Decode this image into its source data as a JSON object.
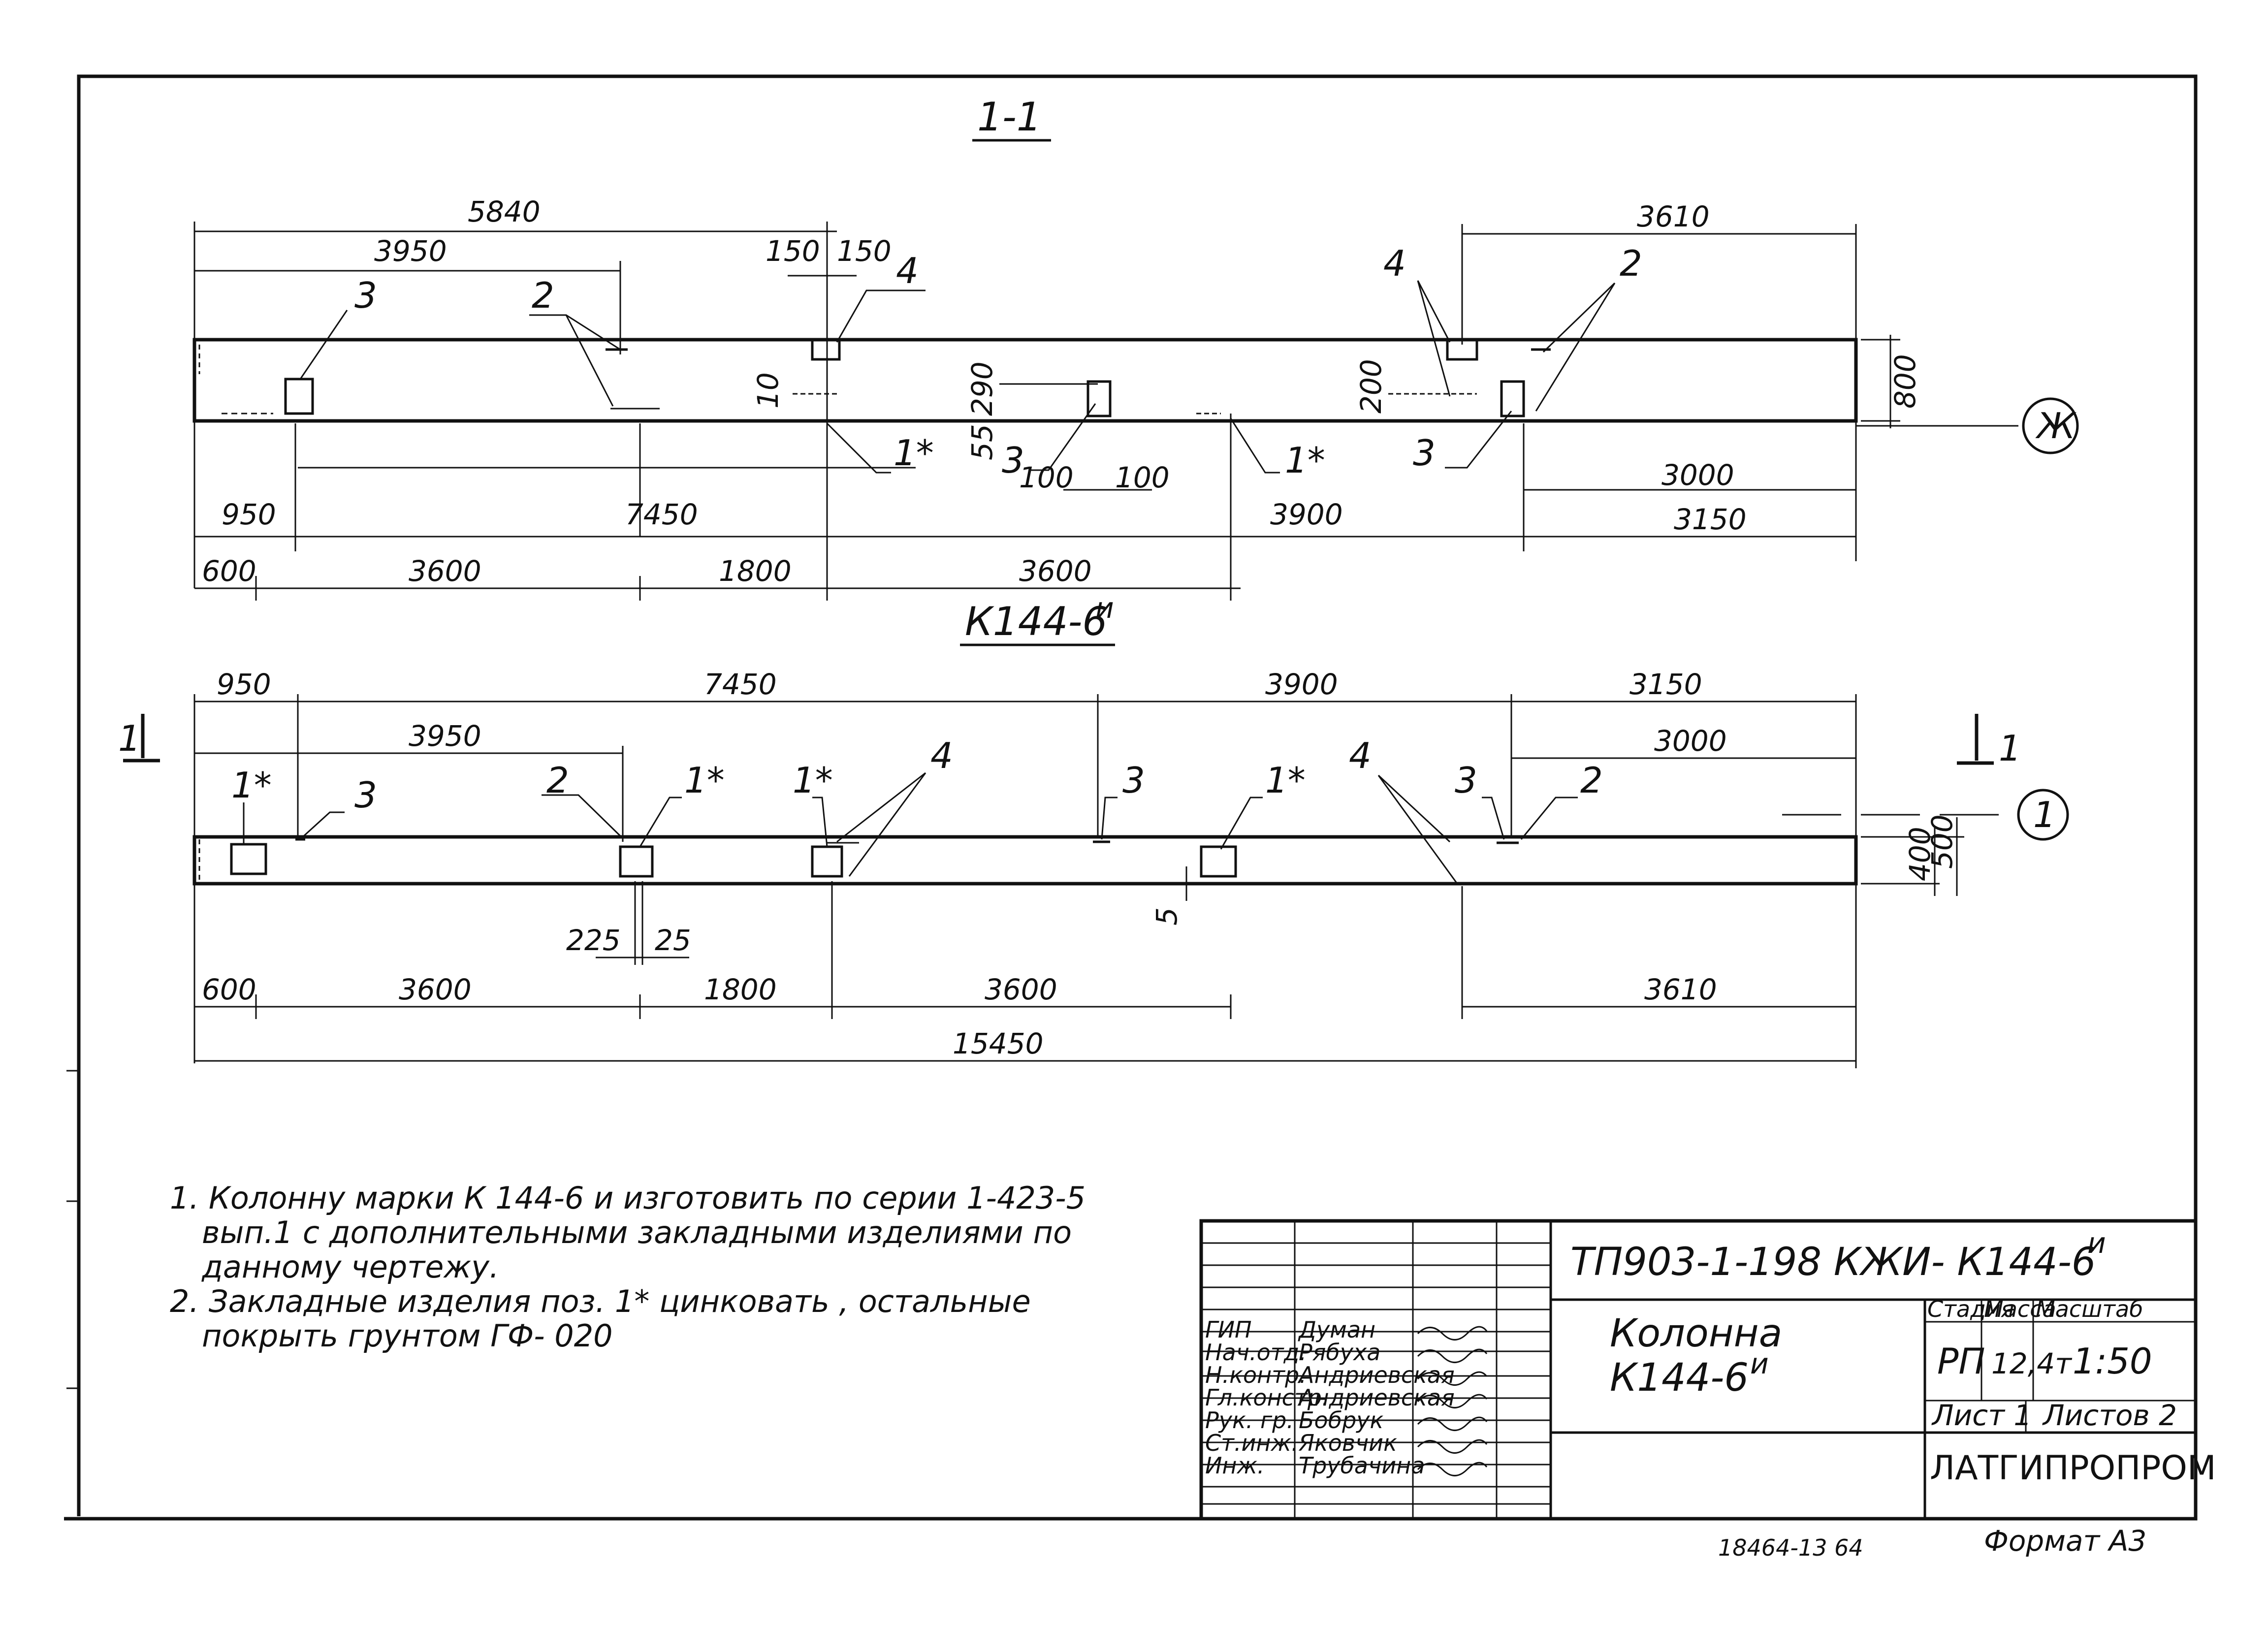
{
  "section_label": "1-1",
  "elevation_label": "К144-6",
  "elevation_label_sup": "и",
  "section_cut_label": "1",
  "axis_zh": "Ж",
  "axis_1": "1",
  "top_view": {
    "dim_overall": "5840",
    "dim_3950": "3950",
    "dim_3610": "3610",
    "dim_150a": "150",
    "dim_150b": "150",
    "dim_10": "10",
    "dim_290": "290",
    "dim_55": "55",
    "dim_100a": "100",
    "dim_100b": "100",
    "dim_200": "200",
    "dim_800": "800",
    "dim_950": "950",
    "dim_7450": "7450",
    "dim_3900": "3900",
    "dim_3000": "3000",
    "dim_3150": "3150",
    "dim_600": "600",
    "dim_3600a": "3600",
    "dim_1800": "1800",
    "dim_3600b": "3600",
    "pos_3a": "3",
    "pos_2a": "2",
    "pos_4a": "4",
    "pos_1a": "1*",
    "pos_3b": "3",
    "pos_1b": "1*",
    "pos_4b": "4",
    "pos_2b": "2",
    "pos_3c": "3"
  },
  "bottom_view": {
    "dim_950": "950",
    "dim_7450": "7450",
    "dim_3900": "3900",
    "dim_3150": "3150",
    "dim_3950": "3950",
    "dim_3000": "3000",
    "dim_500": "500",
    "dim_400": "400",
    "dim_5": "5",
    "dim_225": "225",
    "dim_25": "25",
    "dim_600": "600",
    "dim_3600a": "3600",
    "dim_1800": "1800",
    "dim_3600b": "3600",
    "dim_3610": "3610",
    "dim_total": "15450",
    "pos_1a": "1*",
    "pos_3a": "3",
    "pos_2a": "2",
    "pos_1b": "1*",
    "pos_1c": "1*",
    "pos_4a": "4",
    "pos_3b": "3",
    "pos_1d": "1*",
    "pos_4b": "4",
    "pos_3c": "3",
    "pos_2b": "2"
  },
  "notes": [
    "1. Колонну марки  К 144-6 и изготовить по серии 1-423-5",
    "вып.1 с дополнительными закладными изделиями по",
    "данному чертежу.",
    "2. Закладные изделия поз. 1* цинковать , остальные",
    "покрыть грунтом ГФ- 020"
  ],
  "title_block": {
    "doc_code": "ТП903-1-198  КЖИ- К144-6",
    "doc_code_sup": "и",
    "name_line1": "Колонна",
    "name_line2": "К144-6",
    "name_sup": "и",
    "stage_header": "Стадия",
    "mass_header": "Масса",
    "scale_header": "Масштаб",
    "stage": "РП",
    "mass": "12,4т",
    "scale": "1:50",
    "sheet": "Лист 1",
    "sheets": "Листов 2",
    "organization": "ЛАТГИПРОПРОМ",
    "roles": [
      {
        "role": "ГИП",
        "name": "Думан"
      },
      {
        "role": "Нач.отд.",
        "name": "Рябуха"
      },
      {
        "role": "Н.контр.",
        "name": "Андриевская"
      },
      {
        "role": "Гл.констр.",
        "name": "Андриевская"
      },
      {
        "role": "Рук. гр.",
        "name": "Бобрук"
      },
      {
        "role": "Ст.инж.",
        "name": "Яковчик"
      },
      {
        "role": "Инж.",
        "name": "Трубачина"
      }
    ]
  },
  "footer": {
    "inventory": "18464-13  64",
    "format": "Формат А3"
  }
}
